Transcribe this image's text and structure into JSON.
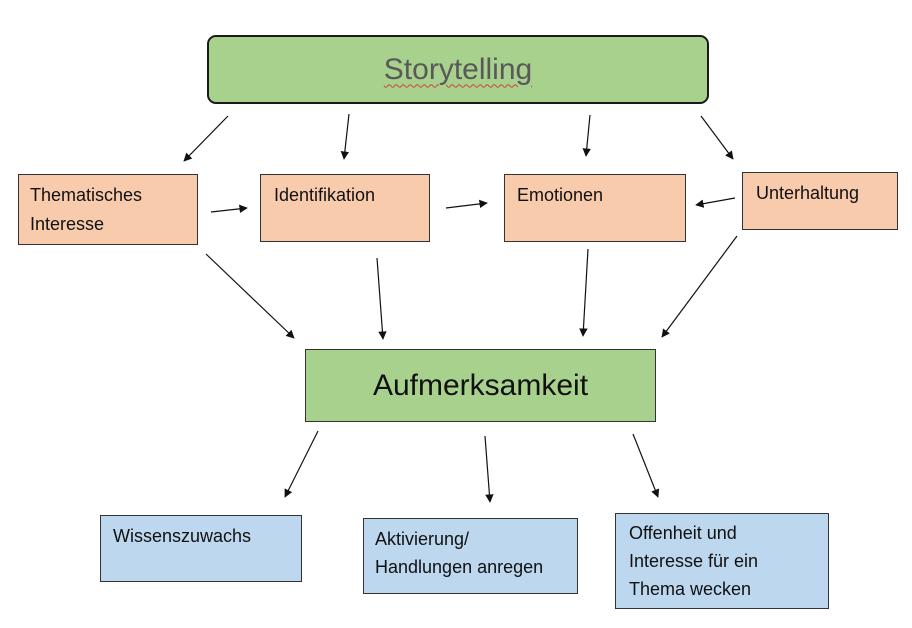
{
  "top": {
    "label": "Storytelling"
  },
  "factors": [
    {
      "id": "thematisches-interesse",
      "label": "Thematisches\nInteresse"
    },
    {
      "id": "identifikation",
      "label": "Identifikation"
    },
    {
      "id": "emotionen",
      "label": "Emotionen"
    },
    {
      "id": "unterhaltung",
      "label": "Unterhaltung"
    }
  ],
  "center": {
    "label": "Aufmerksamkeit"
  },
  "outcomes": [
    {
      "id": "wissenszuwachs",
      "label": "Wissenszuwachs"
    },
    {
      "id": "aktivierung",
      "label": "Aktivierung/\nHandlungen anregen"
    },
    {
      "id": "offenheit",
      "label": "Offenheit und\nInteresse für ein\nThema wecken"
    }
  ],
  "colors": {
    "storytelling_fill": "#a9d18e",
    "factor_fill": "#f8cbad",
    "center_fill": "#a9d18e",
    "outcome_fill": "#bdd7ee"
  }
}
